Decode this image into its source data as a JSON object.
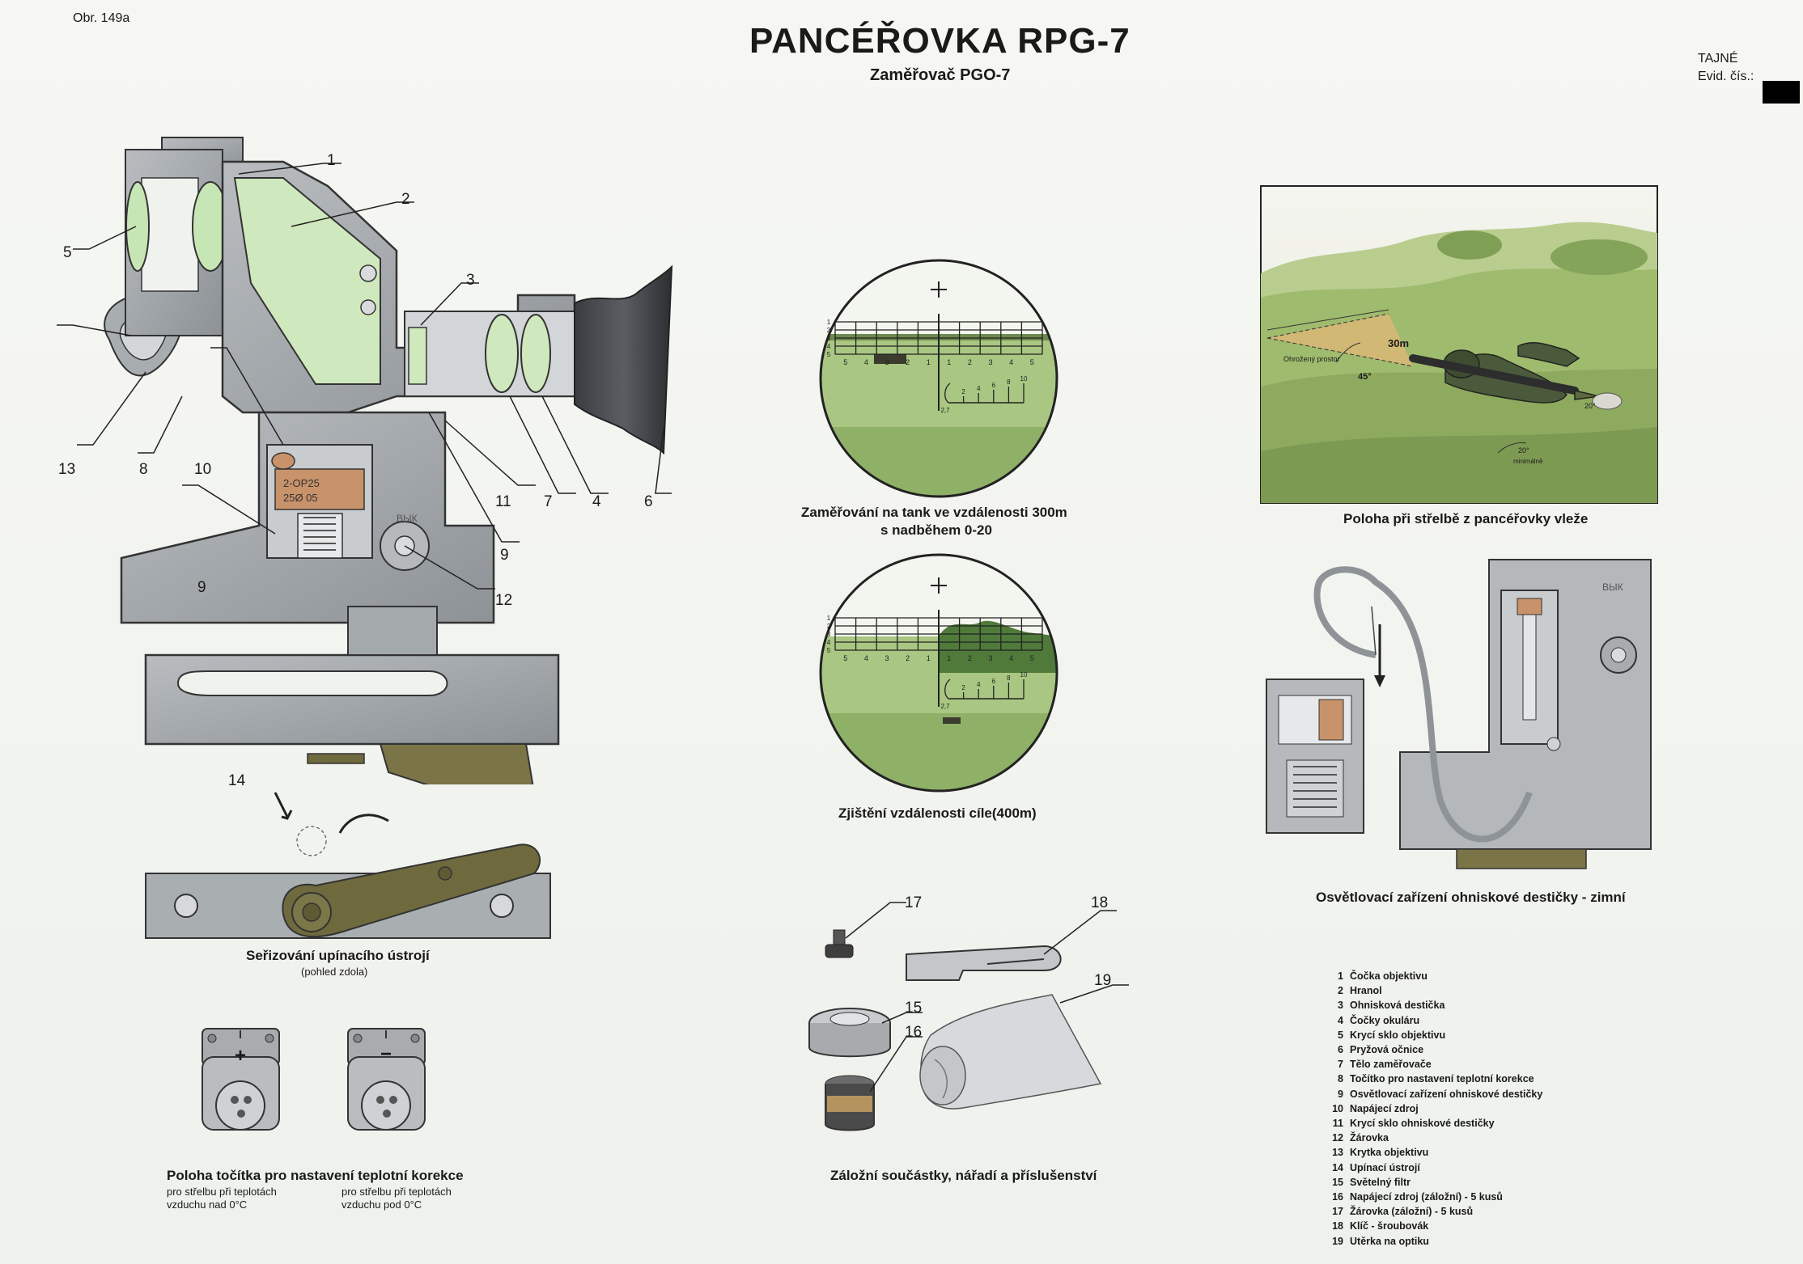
{
  "header": {
    "figure_number": "Obr. 149a",
    "title": "PANCÉŘOVKA RPG-7",
    "subtitle": "Zaměřovač PGO-7",
    "classification": "TAJNÉ",
    "evid_label": "Evid. čís.:"
  },
  "sight_assembly": {
    "callouts": [
      "1",
      "2",
      "3",
      "5",
      "13",
      "8",
      "10",
      "11",
      "7",
      "4",
      "6",
      "9",
      "12",
      "9",
      "14"
    ],
    "battery_label_1": "2-OP25",
    "battery_label_2": "25Ø 05",
    "body_mark": "ВЫК"
  },
  "mount_adjustment": {
    "caption": "Seřizování upínacího ústrojí",
    "note": "(pohled zdola)"
  },
  "temp_knob": {
    "caption": "Poloha točítka pro nastavení teplotní korekce",
    "left_note_1": "pro střelbu při teplotách",
    "left_note_2": "vzduchu nad 0°C",
    "right_note_1": "pro střelbu při teplotách",
    "right_note_2": "vzduchu pod 0°C",
    "plus_sign": "+",
    "minus_sign": "−"
  },
  "reticle_1": {
    "caption_1": "Zaměřování na tank ve vzdálenosti 300m",
    "caption_2": "s nadběhem 0-20",
    "top_scale": [
      "5",
      "4",
      "3",
      "2",
      "1",
      "1",
      "2",
      "3",
      "4",
      "5"
    ],
    "side_scale": [
      "1",
      "2",
      "3",
      "4",
      "5"
    ],
    "range_scale": [
      "2",
      "4",
      "6",
      "8",
      "10"
    ],
    "range_base": "2,7"
  },
  "reticle_2": {
    "caption": "Zjištění vzdálenosti cíle(400m)",
    "top_scale": [
      "5",
      "4",
      "3",
      "2",
      "1",
      "1",
      "2",
      "3",
      "4",
      "5"
    ],
    "side_scale": [
      "1",
      "2",
      "3",
      "4",
      "5"
    ],
    "range_scale": [
      "2",
      "4",
      "6",
      "8",
      "10"
    ],
    "range_base": "2,7"
  },
  "prone": {
    "caption": "Poloha při střelbě z pancéřovky vleže",
    "distance": "30m",
    "zone": "Ohrožený prostor",
    "angle": "45°",
    "angle_2": "20°",
    "note_1": "20°",
    "note_2": "minimálně"
  },
  "spares": {
    "caption": "Záložní součástky, nářadí a příslušenství",
    "callouts": [
      "17",
      "18",
      "15",
      "16",
      "19"
    ]
  },
  "winter": {
    "caption": "Osvětlovací zařízení ohniskové destičky - zimní",
    "body_mark": "ВЫК"
  },
  "legend": [
    {
      "n": "1",
      "t": "Čočka objektivu"
    },
    {
      "n": "2",
      "t": "Hranol"
    },
    {
      "n": "3",
      "t": "Ohnisková destička"
    },
    {
      "n": "4",
      "t": "Čočky okuláru"
    },
    {
      "n": "5",
      "t": "Krycí sklo objektivu"
    },
    {
      "n": "6",
      "t": "Pryžová očnice"
    },
    {
      "n": "7",
      "t": "Tělo zaměřovače"
    },
    {
      "n": "8",
      "t": "Točítko pro nastavení teplotní korekce"
    },
    {
      "n": "9",
      "t": "Osvětlovací zařízení ohniskové destičky"
    },
    {
      "n": "10",
      "t": "Napájecí zdroj"
    },
    {
      "n": "11",
      "t": "Krycí sklo ohniskové destičky"
    },
    {
      "n": "12",
      "t": "Žárovka"
    },
    {
      "n": "13",
      "t": "Krytka objektivu"
    },
    {
      "n": "14",
      "t": "Upínací ústrojí"
    },
    {
      "n": "15",
      "t": "Světelný filtr"
    },
    {
      "n": "16",
      "t": "Napájecí zdroj (záložní) - 5 kusů"
    },
    {
      "n": "17",
      "t": "Žárovka (záložní) - 5 kusů"
    },
    {
      "n": "18",
      "t": "Klíč - šroubovák"
    },
    {
      "n": "19",
      "t": "Utěrka na optiku"
    }
  ]
}
